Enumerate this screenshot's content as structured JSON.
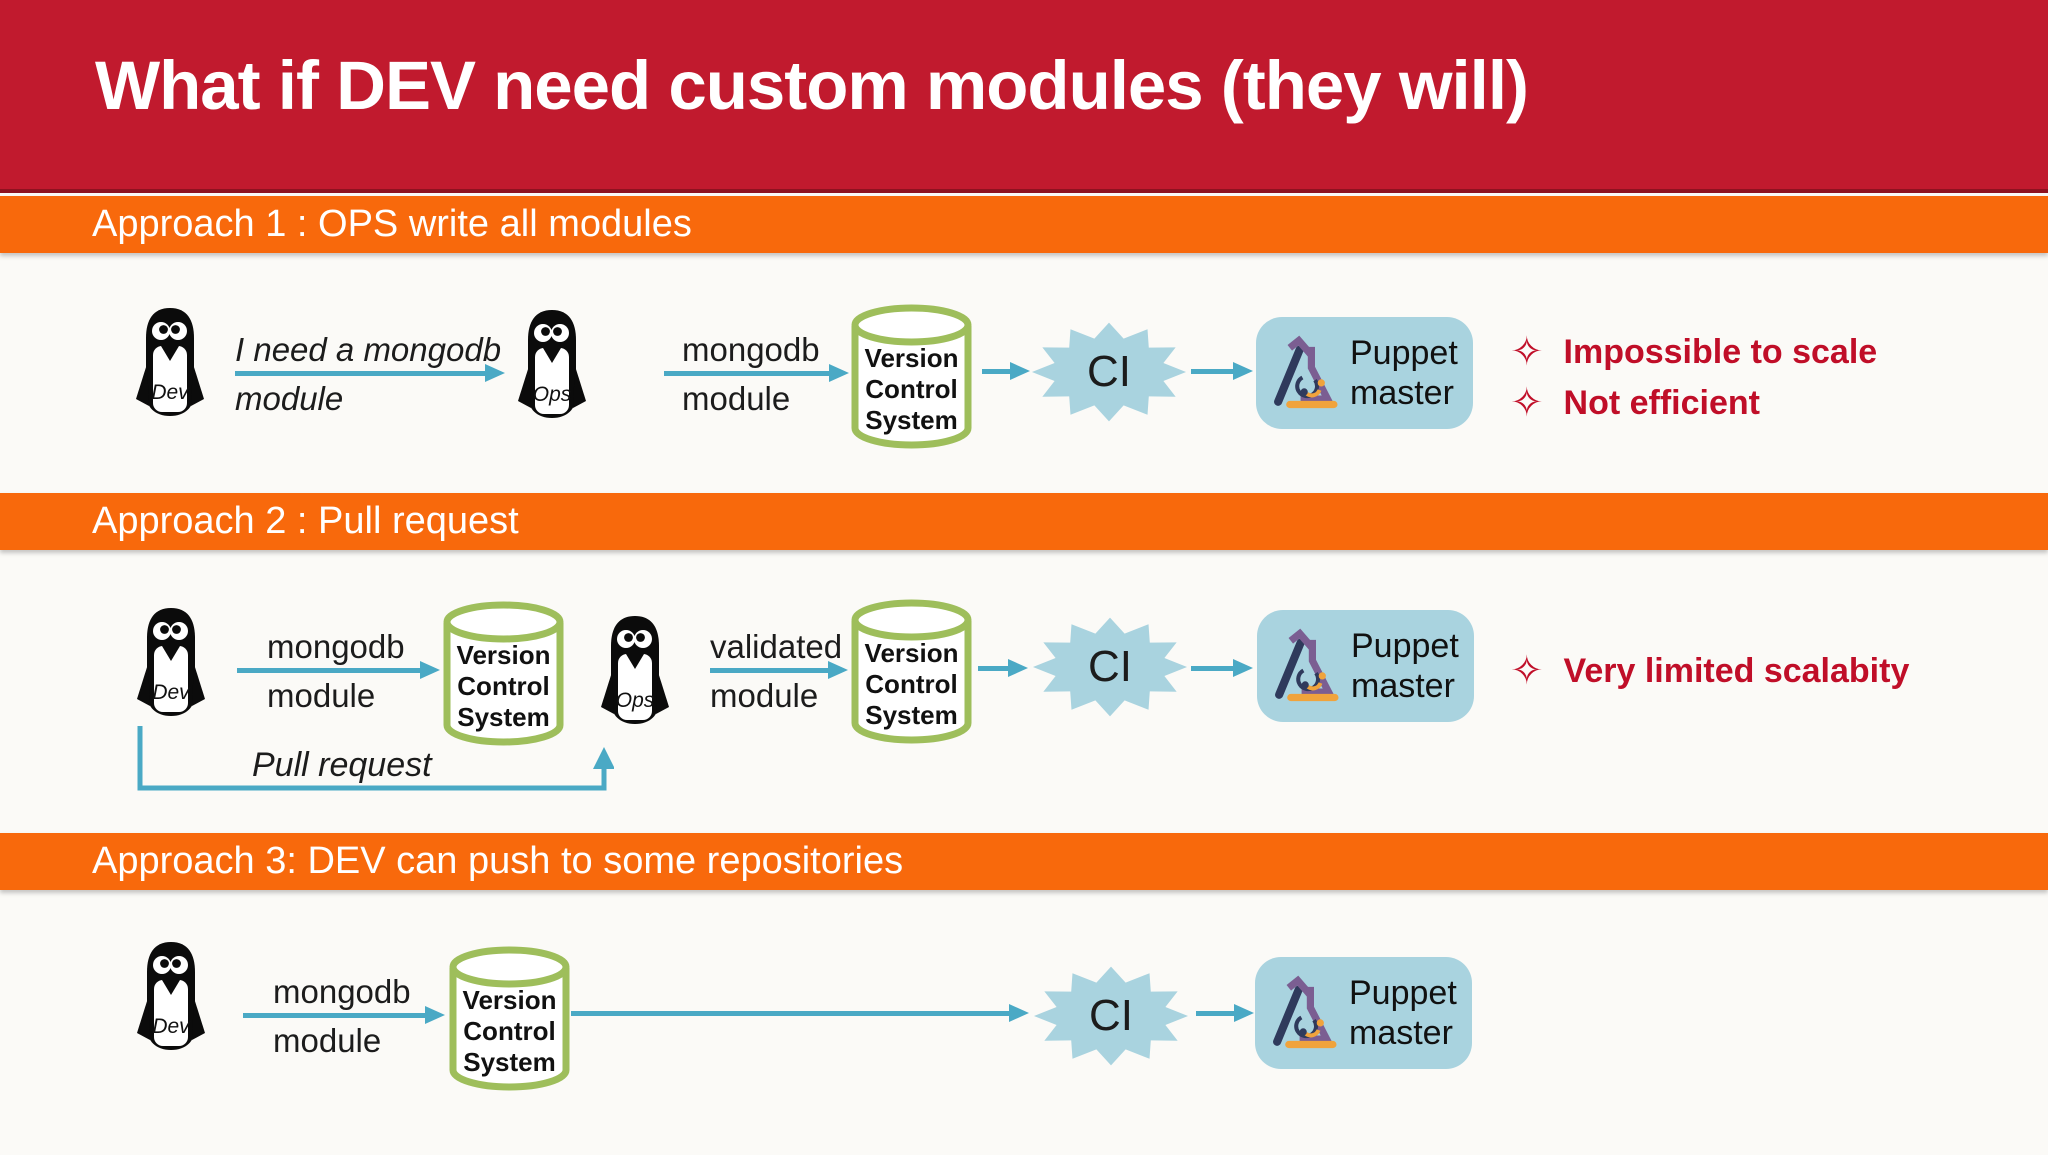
{
  "title": "What if DEV need custom modules (they will)",
  "banners": [
    "Approach 1 : OPS write all modules",
    "Approach 2 : Pull request",
    "Approach 3: DEV can push to some repositories"
  ],
  "shapes": {
    "dev_label": "Dev",
    "ops_label": "Ops",
    "vcs_label": "Version Control System",
    "ci_label": "CI",
    "puppet_label": "Puppet master",
    "bullet_glyph": "✧"
  },
  "row1": {
    "flow_request": [
      "I need a mongodb",
      "module"
    ],
    "flow_module": [
      "mongodb",
      "module"
    ],
    "remarks": [
      "Impossible to scale",
      "Not efficient"
    ]
  },
  "row2": {
    "flow_module": [
      "mongodb",
      "module"
    ],
    "flow_validated": [
      "validated",
      "module"
    ],
    "pull_request_label": "Pull request",
    "remarks": [
      "Very limited scalabity"
    ]
  },
  "row3": {
    "flow_module": [
      "mongodb",
      "module"
    ]
  },
  "colors": {
    "header_bg": "#C11A2E",
    "header_edge": "#8E1220",
    "banner_bg": "#F8690C",
    "arrow": "#4AA9C5",
    "cylinder_stroke": "#9EBE5B",
    "node_fill": "#A9D3DF",
    "remark_text": "#C00E28",
    "flask_purple": "#7B5E92",
    "flask_navy": "#2F3A5C",
    "flask_orange": "#F0A33C"
  }
}
